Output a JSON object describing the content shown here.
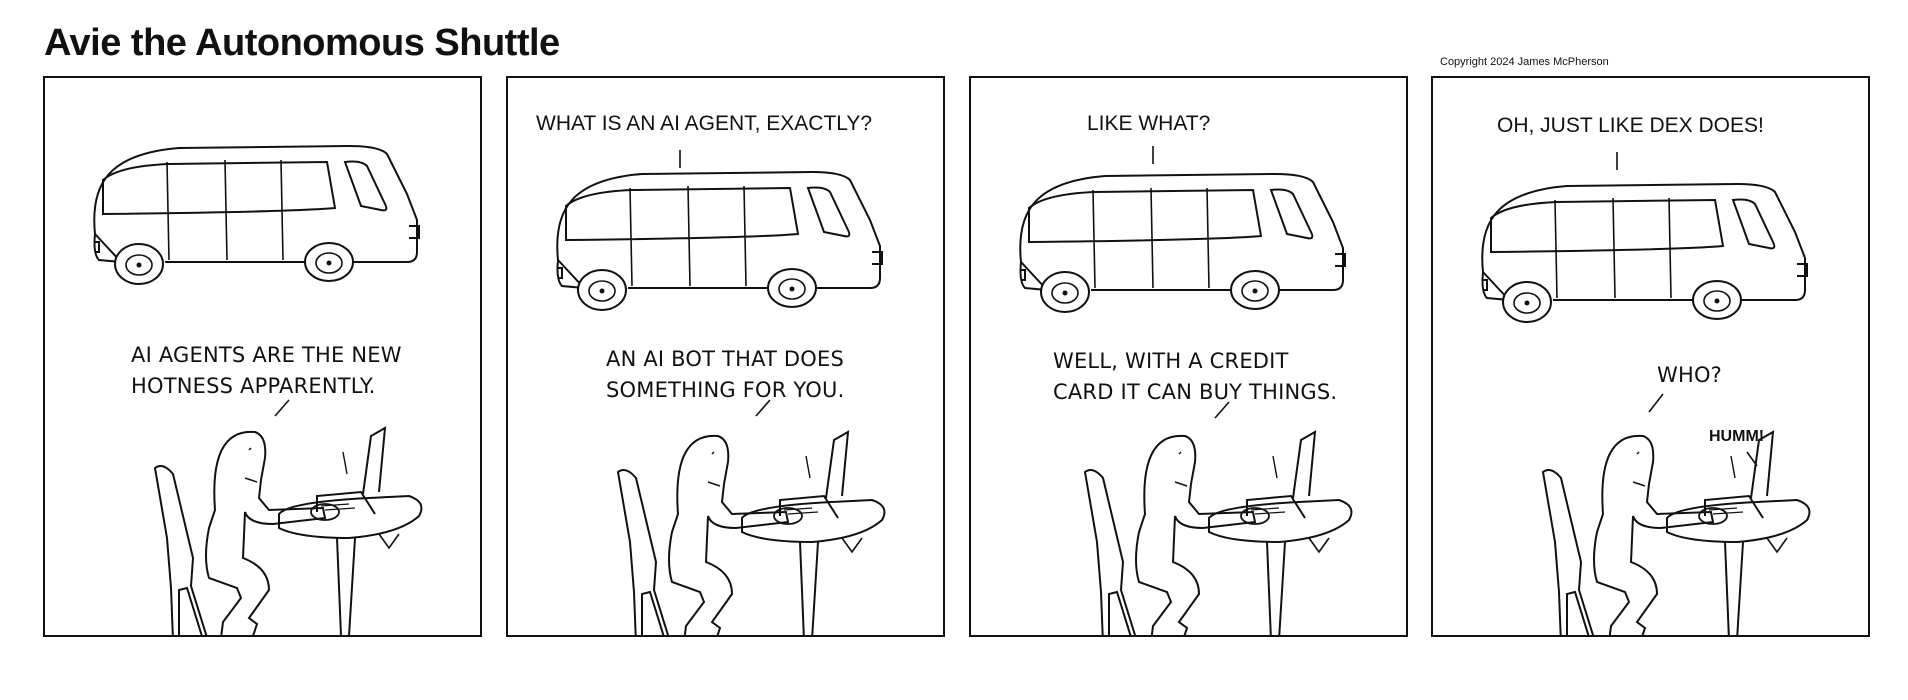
{
  "comic": {
    "title": "Avie the Autonomous Shuttle",
    "copyright": "Copyright 2024 James McPherson"
  },
  "panels": [
    {
      "shuttle_line": "",
      "person_lines": [
        "AI AGENTS ARE THE NEW",
        "HOTNESS APPARENTLY."
      ]
    },
    {
      "shuttle_line": "WHAT IS AN AI AGENT, EXACTLY?",
      "person_lines": [
        "AN AI BOT THAT DOES",
        "SOMETHING FOR YOU."
      ]
    },
    {
      "shuttle_line": "LIKE WHAT?",
      "person_lines": [
        "WELL, WITH A CREDIT",
        "CARD IT CAN BUY THINGS."
      ]
    },
    {
      "shuttle_line": "OH, JUST LIKE DEX DOES!",
      "person_lines": [
        "WHO?"
      ],
      "sound_effect": "HUMM!"
    }
  ],
  "icons": {
    "shuttle": "shuttle-drawing",
    "person": "seated-person-drawing",
    "laptop": "laptop-drawing",
    "table": "cafe-table-drawing",
    "chair": "chair-drawing"
  },
  "colors": {
    "ink": "#111111",
    "paper": "#ffffff"
  }
}
